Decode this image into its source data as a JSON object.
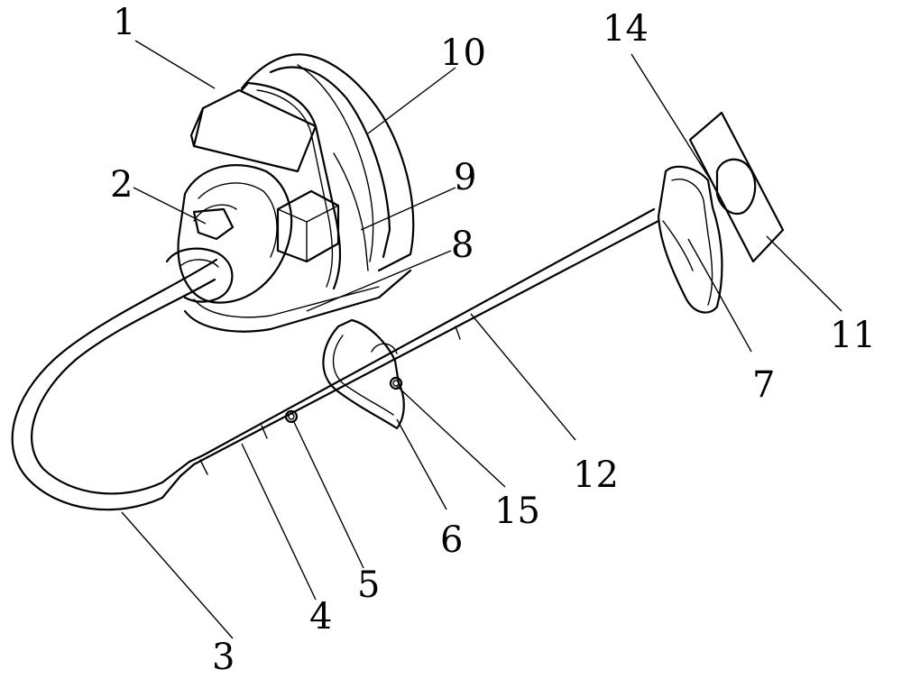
{
  "labels": [
    {
      "id": "1",
      "text": "1"
    },
    {
      "id": "2",
      "text": "2"
    },
    {
      "id": "3",
      "text": "3"
    },
    {
      "id": "4",
      "text": "4"
    },
    {
      "id": "5",
      "text": "5"
    },
    {
      "id": "6",
      "text": "6"
    },
    {
      "id": "7",
      "text": "7"
    },
    {
      "id": "8",
      "text": "8"
    },
    {
      "id": "9",
      "text": "9"
    },
    {
      "id": "10",
      "text": "10"
    },
    {
      "id": "11",
      "text": "11"
    },
    {
      "id": "12",
      "text": "12"
    },
    {
      "id": "14",
      "text": "14"
    },
    {
      "id": "15",
      "text": "15"
    }
  ],
  "colors": {
    "line": "#000000",
    "background": "#ffffff"
  }
}
